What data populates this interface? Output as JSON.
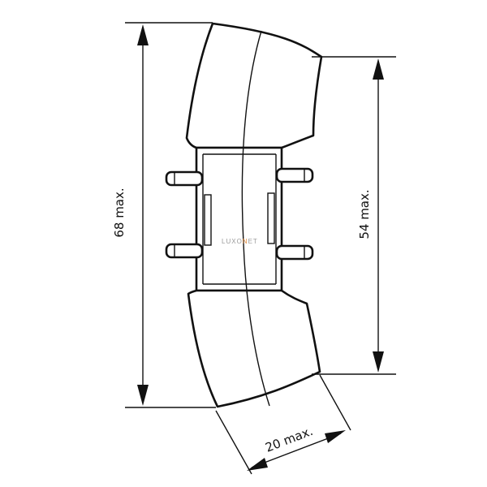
{
  "dimensions": {
    "total_height": "68 max.",
    "inner_height": "54 max.",
    "width": "20 max."
  },
  "watermark": {
    "text_left": "LUXO",
    "text_accent": "N",
    "text_right": "ET",
    "accent_color": "#e08a3c"
  },
  "colors": {
    "line": "#111111",
    "background": "#ffffff"
  }
}
